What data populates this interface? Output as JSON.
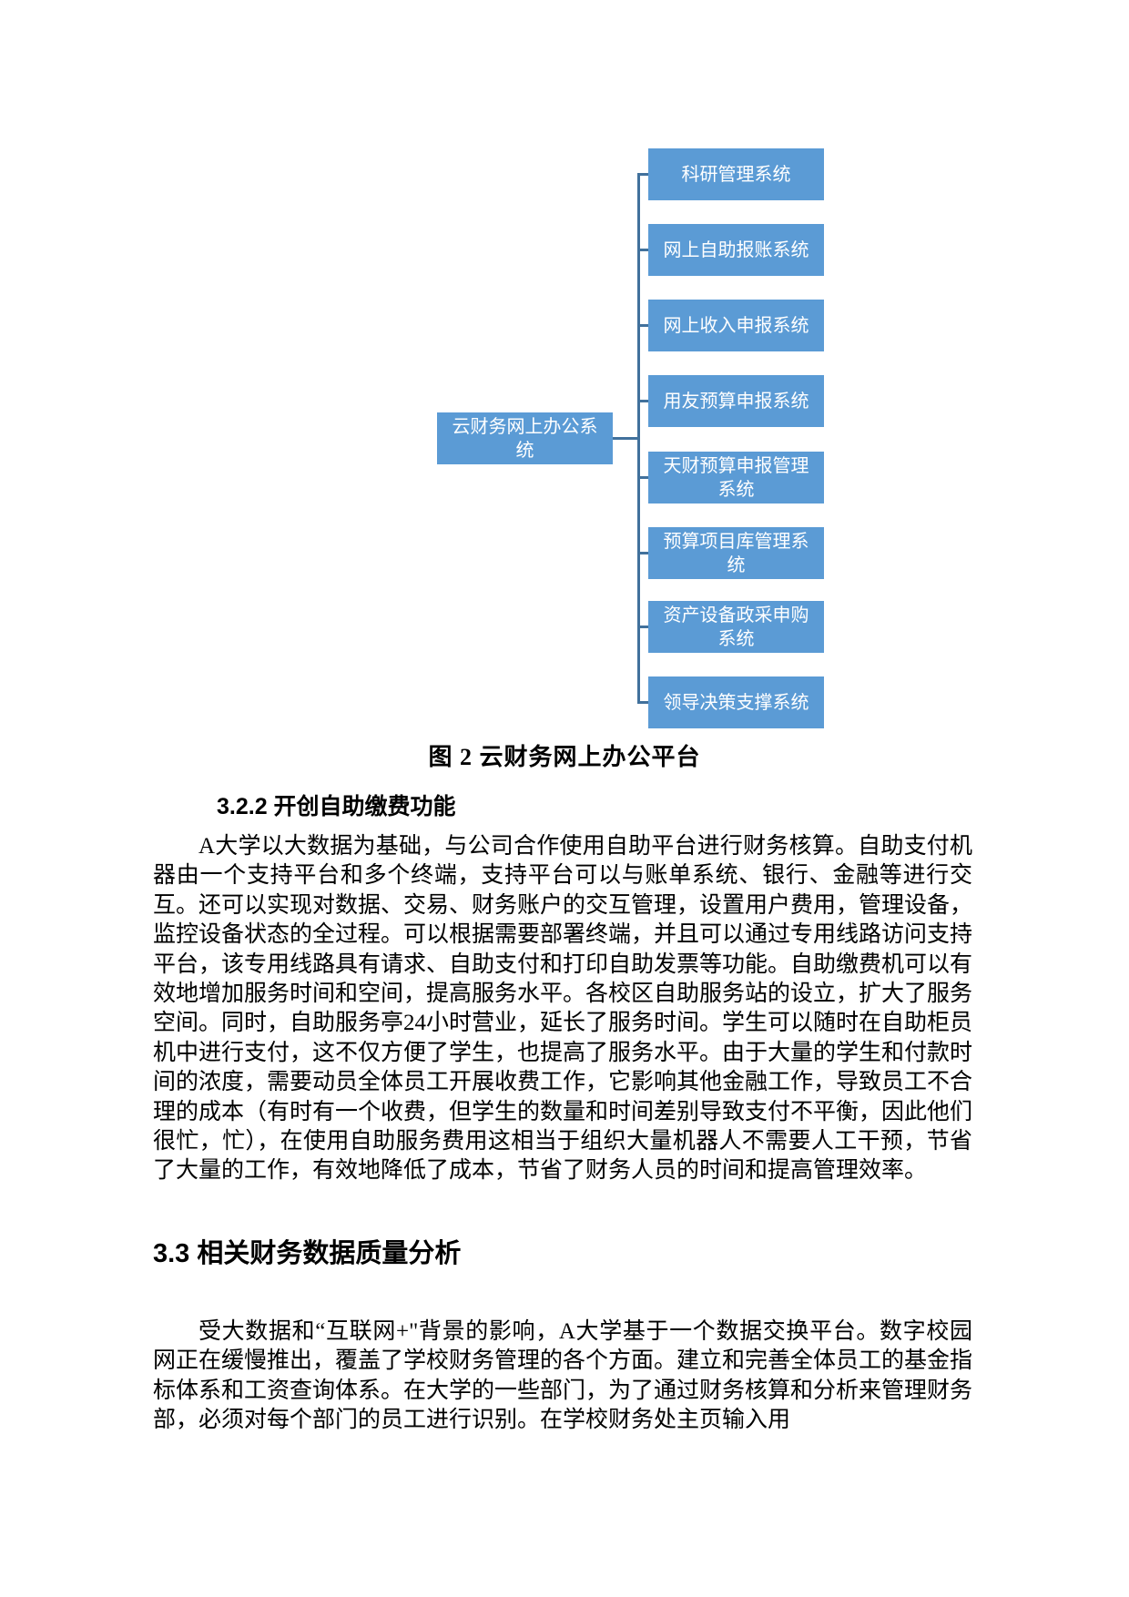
{
  "figure": {
    "root": "云财务网上办公系统",
    "children": [
      "科研管理系统",
      "网上自助报账系统",
      "网上收入申报系统",
      "用友预算申报系统",
      "天财预算申报管理系统",
      "预算项目库管理系统",
      "资产设备政采申购系统",
      "领导决策支撑系统"
    ],
    "colors": {
      "box_fill": "#5B9BD5",
      "box_text": "#FFFFFF",
      "connector": "#41719C"
    },
    "caption": "图 2 云财务网上办公平台"
  },
  "sections": [
    {
      "heading": "3.2.2 开创自助缴费功能",
      "body": "A大学以大数据为基础，与公司合作使用自助平台进行财务核算。自助支付机器由一个支持平台和多个终端，支持平台可以与账单系统、银行、金融等进行交互。还可以实现对数据、交易、财务账户的交互管理，设置用户费用，管理设备，监控设备状态的全过程。可以根据需要部署终端，并且可以通过专用线路访问支持平台，该专用线路具有请求、自助支付和打印自助发票等功能。自助缴费机可以有效地增加服务时间和空间，提高服务水平。各校区自助服务站的设立，扩大了服务空间。同时，自助服务亭24小时营业，延长了服务时间。学生可以随时在自助柜员机中进行支付，这不仅方便了学生，也提高了服务水平。由于大量的学生和付款时间的浓度，需要动员全体员工开展收费工作，它影响其他金融工作，导致员工不合理的成本（有时有一个收费，但学生的数量和时间差别导致支付不平衡，因此他们很忙，忙），在使用自助服务费用这相当于组织大量机器人不需要人工干预，节省了大量的工作，有效地降低了成本，节省了财务人员的时间和提高管理效率。"
    },
    {
      "heading": "3.3 相关财务数据质量分析",
      "body": "受大数据和“互联网+\"背景的影响，A大学基于一个数据交换平台。数字校园网正在缓慢推出，覆盖了学校财务管理的各个方面。建立和完善全体员工的基金指标体系和工资查询体系。在大学的一些部门，为了通过财务核算和分析来管理财务部，必须对每个部门的员工进行识别。在学校财务处主页输入用"
    }
  ]
}
